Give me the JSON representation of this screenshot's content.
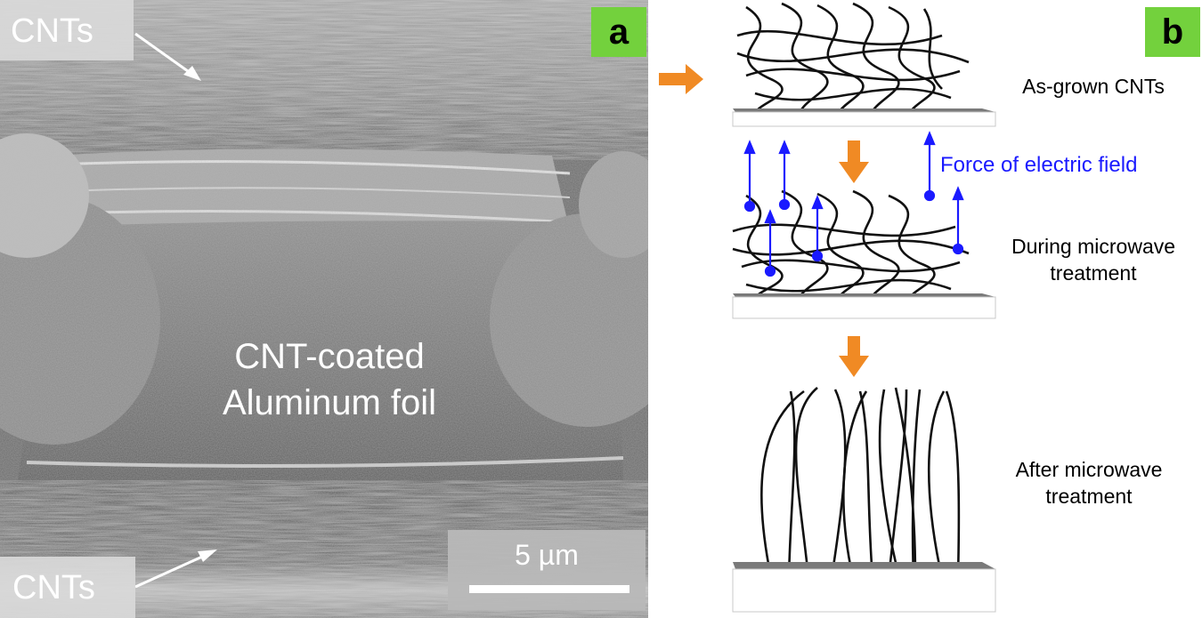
{
  "panel_a": {
    "tag": "a",
    "cnt_label_top": "CNTs",
    "cnt_label_bottom": "CNTs",
    "center_line1": "CNT-coated",
    "center_line2": "Aluminum  foil",
    "scale_label": "5 µm"
  },
  "panel_b": {
    "tag": "b",
    "stage1": "As-grown CNTs",
    "force_label": "Force of electric field",
    "stage2_line1": "During microwave",
    "stage2_line2": "treatment",
    "stage3_line1": "After microwave",
    "stage3_line2": "treatment"
  },
  "colors": {
    "tag_green": "#73d13d",
    "arrow_orange": "#f08a24",
    "force_blue": "#1a1aff",
    "substrate_gray": "#7a7a7a"
  }
}
